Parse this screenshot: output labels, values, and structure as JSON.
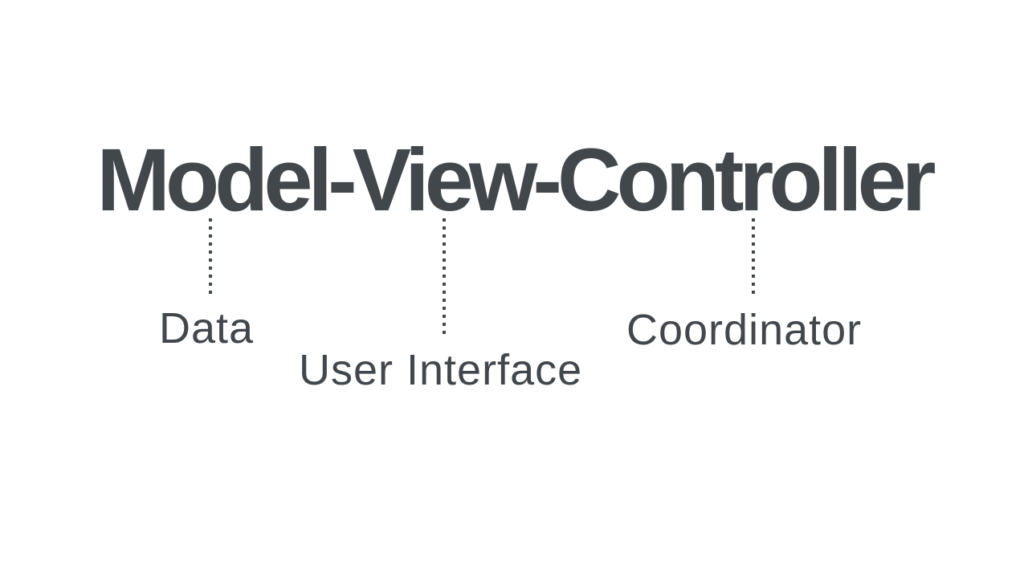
{
  "diagram": {
    "title": "Model-View-Controller",
    "annotations": [
      {
        "label": "Data"
      },
      {
        "label": "User Interface"
      },
      {
        "label": "Coordinator"
      }
    ],
    "colors": {
      "text": "#42474c",
      "background": "#ffffff"
    }
  }
}
